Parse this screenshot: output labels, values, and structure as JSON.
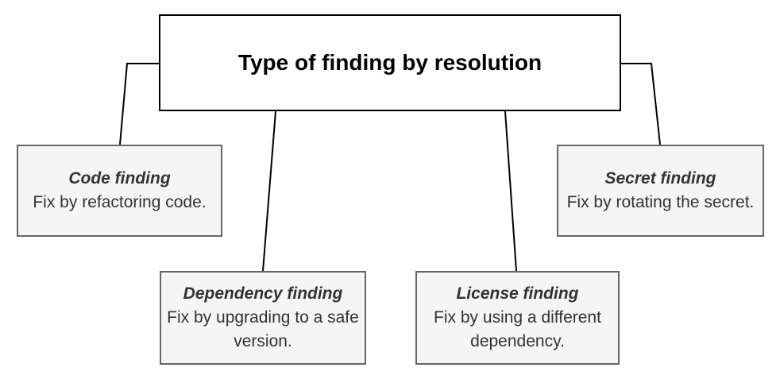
{
  "diagram": {
    "root": {
      "label": "Type of finding by resolution"
    },
    "nodes": [
      {
        "id": "code-finding",
        "title": "Code finding",
        "body": "Fix by refactoring code."
      },
      {
        "id": "dependency-finding",
        "title": "Dependency finding",
        "body": "Fix by upgrading to a safe version."
      },
      {
        "id": "license-finding",
        "title": "License finding",
        "body": "Fix by using a different dependency."
      },
      {
        "id": "secret-finding",
        "title": "Secret finding",
        "body": "Fix by rotating the secret."
      }
    ],
    "edges": [
      {
        "from": "root",
        "to": "code-finding"
      },
      {
        "from": "root",
        "to": "dependency-finding"
      },
      {
        "from": "root",
        "to": "license-finding"
      },
      {
        "from": "root",
        "to": "secret-finding"
      }
    ],
    "colors": {
      "root_fill": "#ffffff",
      "root_stroke": "#000000",
      "node_fill": "#f5f5f5",
      "node_stroke": "#666666",
      "node_text": "#333333",
      "edge_stroke": "#000000"
    }
  }
}
